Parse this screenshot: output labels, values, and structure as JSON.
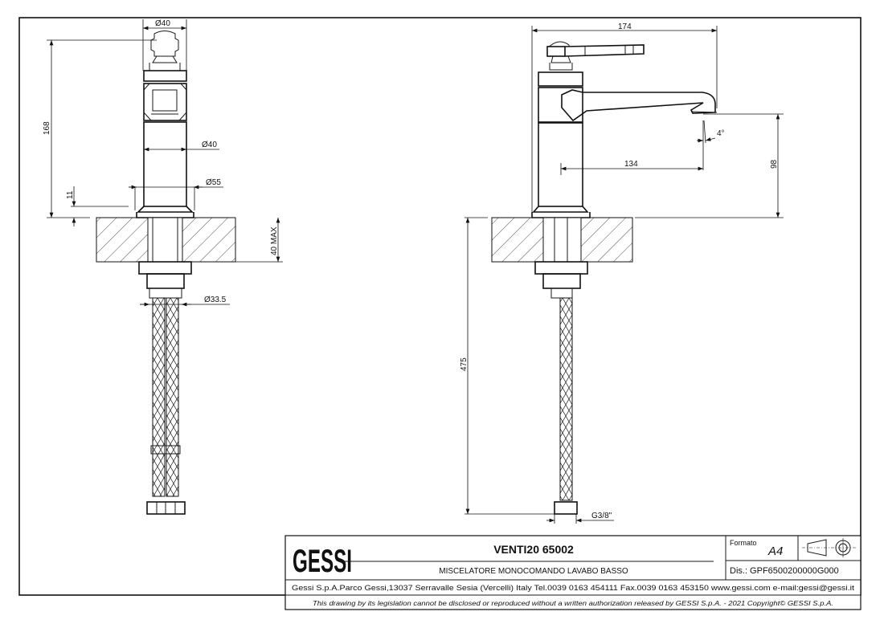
{
  "dimensions": {
    "top_diameter": "Ø40",
    "height_total": "168",
    "body_diameter": "Ø40",
    "base_diameter": "Ø55",
    "base_height": "11",
    "counter_thickness": "40 MAX",
    "shank_diameter": "Ø33.5",
    "overall_length": "174",
    "spout_angle": "4°",
    "spout_reach": "134",
    "spout_height": "98",
    "hose_length": "475",
    "hose_thread": "G3/8\""
  },
  "title_block": {
    "logo": "GESSI",
    "product_name": "VENTI20 65002",
    "description": "MISCELATORE MONOCOMANDO LAVABO BASSO",
    "format_label": "Formato",
    "format_value": "A4",
    "drawing_number": "Dis.: GPF6500200000G000",
    "company_info": "Gessi S.p.A.Parco Gessi,13037 Serravalle Sesia (Vercelli) Italy Tel.0039 0163 454111 Fax.0039 0163 453150 www.gessi.com e-mail:gessi@gessi.it",
    "copyright": "This drawing by its legislation cannot be disclosed or reproduced without a written authorization released by GESSI S.p.A. - 2021 Copyright© GESSI S.p.A."
  }
}
